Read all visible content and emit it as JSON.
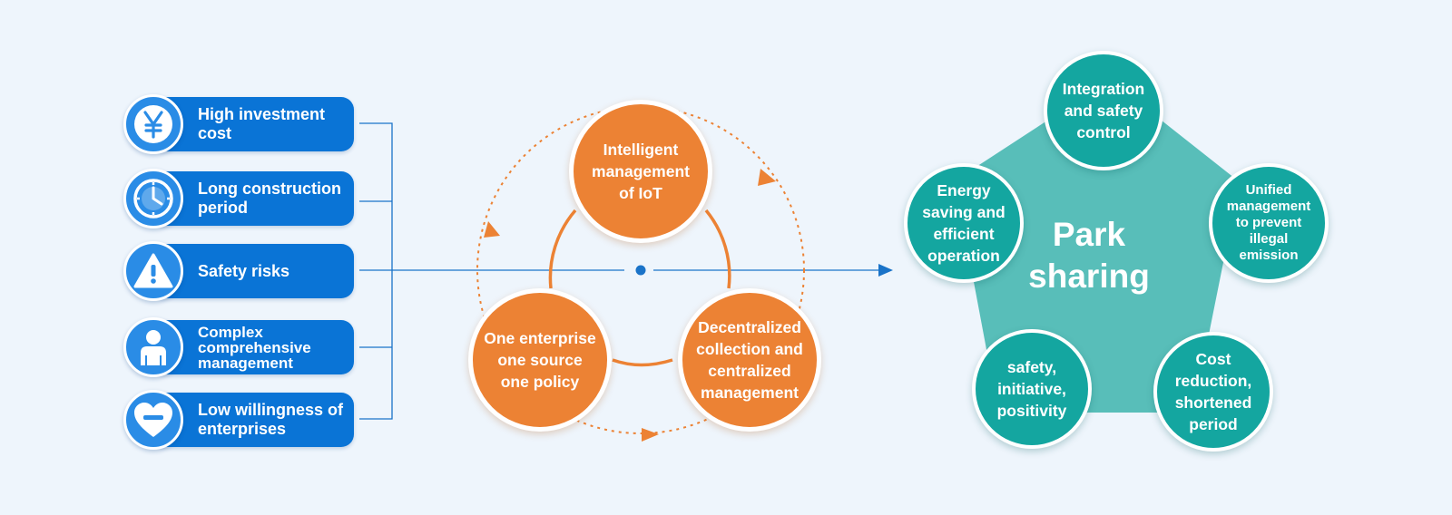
{
  "problems": [
    {
      "label": "High investment cost",
      "icon": "yen-icon"
    },
    {
      "label": "Long construction period",
      "icon": "clock-icon"
    },
    {
      "label": "Safety risks",
      "icon": "warning-icon"
    },
    {
      "label": "Complex comprehensive management",
      "icon": "person-icon"
    },
    {
      "label": "Low willingness of enterprises",
      "icon": "heart-minus-icon"
    }
  ],
  "cycle": {
    "top": "Intelligent\nmanagement\nof IoT",
    "left": "One enterprise\none source\none policy",
    "right": "Decentralized\ncollection and\ncentralized\nmanagement"
  },
  "park": {
    "center": "Park\nsharing",
    "benefits": {
      "top": "Integration\nand safety\ncontrol",
      "right": "Unified\nmanagement\nto prevent\nillegal\nemission",
      "bottom_right": "Cost\nreduction,\nshortened\nperiod",
      "bottom_left": "safety,\ninitiative,\npositivity",
      "left": "Energy\nsaving and\nefficient\noperation"
    }
  },
  "colors": {
    "blue": "#0a74d6",
    "orange": "#ec8234",
    "teal": "#14a6a0",
    "pentagon": "#58beb9"
  }
}
